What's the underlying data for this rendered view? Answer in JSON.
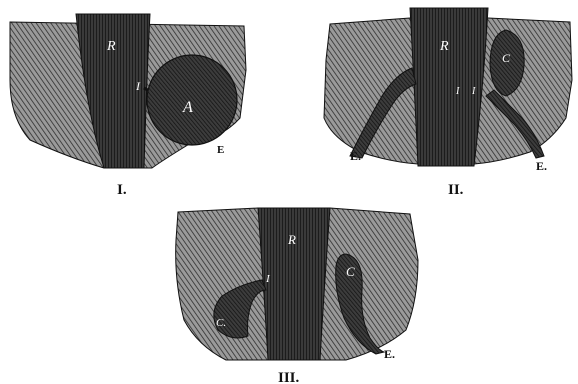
{
  "figures": [
    {
      "caption": "I.",
      "labels": {
        "rectum": "R",
        "internal_opening": "I",
        "abscess": "A",
        "external_opening": "E"
      }
    },
    {
      "caption": "II.",
      "labels": {
        "rectum": "R",
        "cavity": "C",
        "internal_opening_left": "I",
        "internal_opening_right": "I",
        "external_opening_left": "E.",
        "external_opening_right": "E."
      }
    },
    {
      "caption": "III.",
      "labels": {
        "rectum": "R",
        "internal_opening": "I",
        "cavity_left": "C.",
        "cavity_right": "C",
        "external_opening": "E."
      }
    }
  ],
  "colors": {
    "ink": "#111111",
    "hatch": "#3a3a3a",
    "paper": "#ffffff",
    "tissue": "#8a8a8a"
  }
}
